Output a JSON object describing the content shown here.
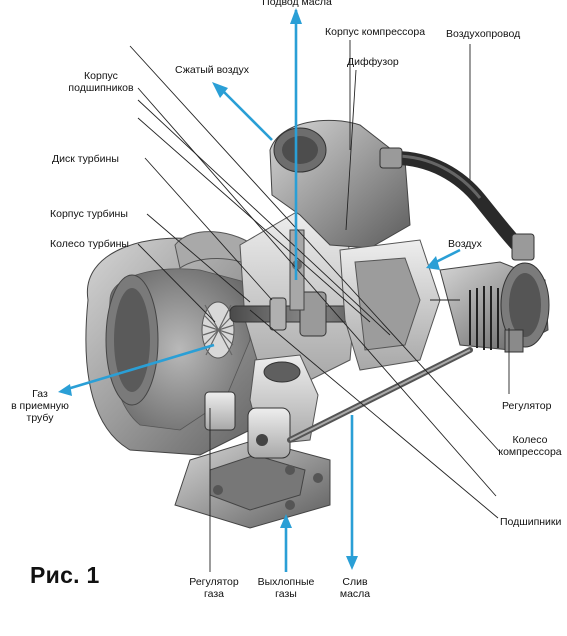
{
  "figure_label": "Рис. 1",
  "labels": {
    "oil_inlet": "Подвод масла",
    "compressor_housing": "Корпус компрессора",
    "air_duct": "Воздухопровод",
    "compressed_air": "Сжатый воздух",
    "bearing_housing_1": "Корпус",
    "bearing_housing_2": "подшипников",
    "diffuser": "Диффузор",
    "turbine_disc": "Диск турбины",
    "turbine_housing": "Корпус турбины",
    "turbine_wheel": "Колесо турбины",
    "air": "Воздух",
    "gas_out_1": "Газ",
    "gas_out_2": "в приемную",
    "gas_out_3": "трубу",
    "regulator": "Регулятор",
    "compressor_wheel_1": "Колесо",
    "compressor_wheel_2": "компрессора",
    "bearings": "Подшипники",
    "gas_regulator_1": "Регулятор",
    "gas_regulator_2": "газа",
    "exhaust_1": "Выхлопные",
    "exhaust_2": "газы",
    "oil_drain_1": "Слив",
    "oil_drain_2": "масла"
  },
  "colors": {
    "arrow": "#2a9fd6",
    "leader": "#222222",
    "metal_dark": "#5a5a5a",
    "metal_mid": "#8c8c8c",
    "metal_light": "#c8c8c8"
  }
}
